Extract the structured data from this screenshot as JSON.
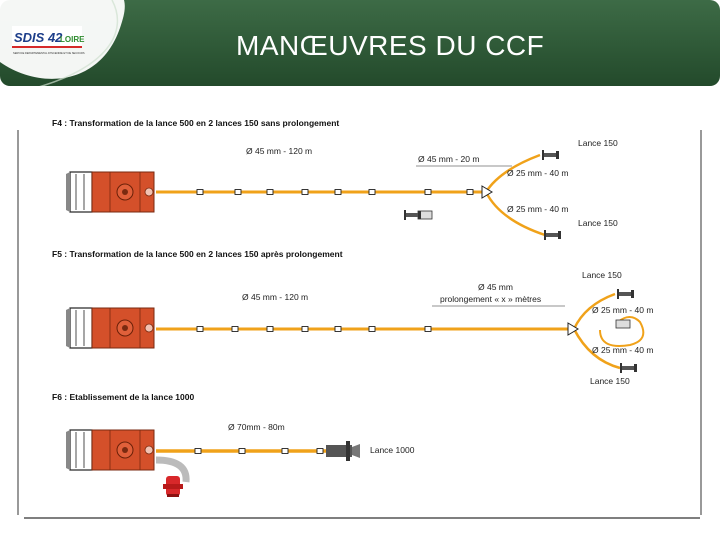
{
  "header": {
    "title": "MANŒUVRES DU CCF",
    "logo_text": "SDIS 42",
    "logo_sub": "LOIRE",
    "logo_caption": "SERVICE DEPARTEMENTAL D'INCENDIE ET DE SECOURS"
  },
  "colors": {
    "header_bg": "#2f5a38",
    "hose": "#f0a21a",
    "truck": "#d4502a"
  },
  "sections": [
    {
      "title": "F4 : Transformation de la lance 500 en 2 lances 150 sans prolongement",
      "main_hose": "Ø 45 mm - 120 m",
      "branch_hose": "Ø 45 mm - 20 m",
      "branch_a": "Ø 25 mm - 40 m",
      "branch_b": "Ø 25 mm - 40 m",
      "lance_a": "Lance 150",
      "lance_b": "Lance 150"
    },
    {
      "title": "F5 : Transformation de la lance 500 en 2 lances 150 après prolongement",
      "main_hose": "Ø 45 mm - 120 m",
      "ext_hose": "Ø 45 mm",
      "ext_note": "prolongement « x » mètres",
      "branch_a": "Ø 25 mm - 40 m",
      "branch_b": "Ø 25 mm - 40 m",
      "lance_a": "Lance 150",
      "lance_b": "Lance 150"
    },
    {
      "title": "F6 : Etablissement de la lance 1000",
      "main_hose": "Ø 70mm - 80m",
      "lance": "Lance 1000"
    }
  ]
}
